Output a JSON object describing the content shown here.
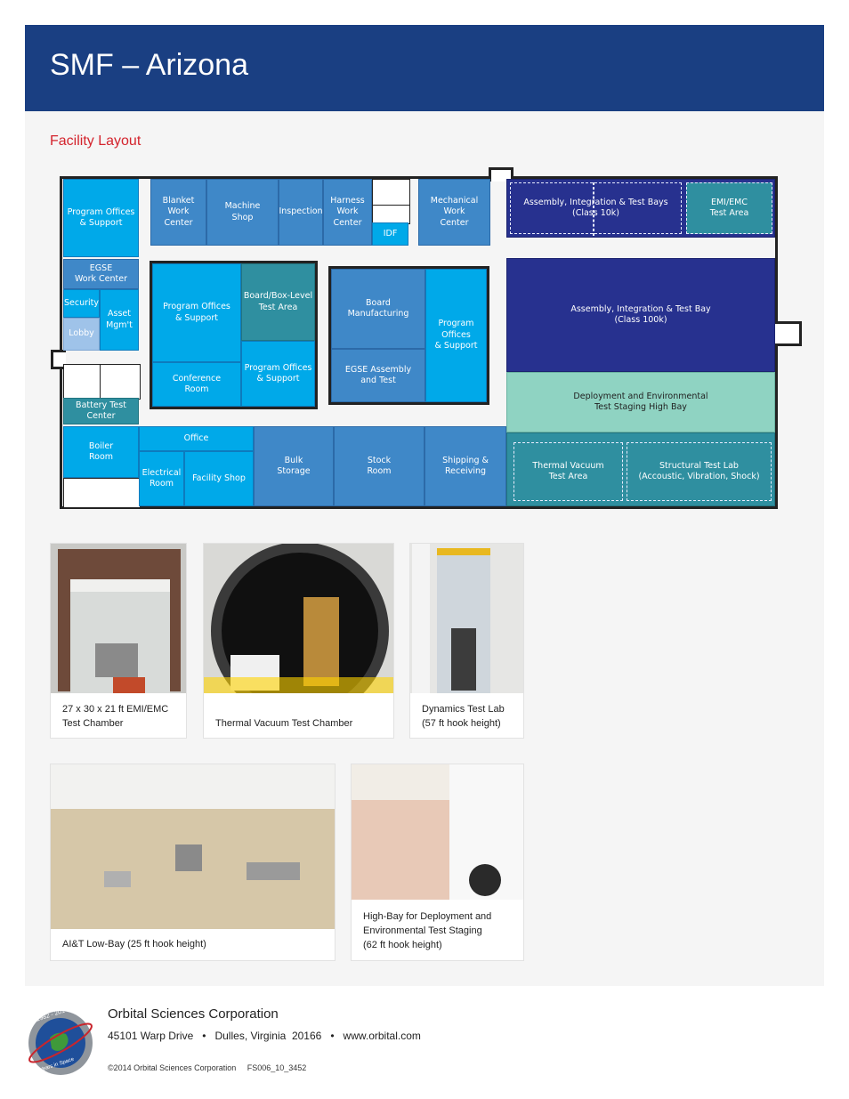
{
  "header": {
    "title": "SMF – Arizona"
  },
  "section_title": "Facility Layout",
  "rooms": {
    "program_offices_support_1": "Program Offices\n& Support",
    "blanket_work_center": "Blanket\nWork\nCenter",
    "machine_shop": "Machine\nShop",
    "inspection": "Inspection",
    "harness_work_center": "Harness\nWork\nCenter",
    "idf": "IDF",
    "mechanical_work_center": "Mechanical\nWork\nCenter",
    "ait_bays_10k": "Assembly, Integration & Test Bays\n(Class 10k)",
    "emi_emc_test_area": "EMI/EMC\nTest Area",
    "egse_work_center": "EGSE\nWork Center",
    "security": "Security",
    "asset_mgmt": "Asset\nMgm't",
    "lobby": "Lobby",
    "program_offices_support_2": "Program Offices\n& Support",
    "board_box_level_test": "Board/Box-Level\nTest Area",
    "conference_room": "Conference\nRoom",
    "program_offices_support_3": "Program Offices\n& Support",
    "board_manufacturing": "Board\nManufacturing",
    "egse_assembly_test": "EGSE Assembly\nand Test",
    "program_offices_support_4": "Program\nOffices\n& Support",
    "ait_bay_100k": "Assembly, Integration & Test Bay\n(Class 100k)",
    "deployment_staging": "Deployment and Environmental\nTest Staging High Bay",
    "battery_test_center": "Battery Test\nCenter",
    "boiler_room": "Boiler\nRoom",
    "office": "Office",
    "electrical_room": "Electrical\nRoom",
    "facility_shop": "Facility Shop",
    "bulk_storage": "Bulk\nStorage",
    "stock_room": "Stock\nRoom",
    "shipping_receiving": "Shipping &\nReceiving",
    "thermal_vacuum_test_area": "Thermal Vacuum\nTest Area",
    "structural_test_lab": "Structural Test Lab\n(Accoustic, Vibration, Shock)"
  },
  "photos": [
    {
      "caption": "27 x 30 x 21 ft EMI/EMC\nTest Chamber"
    },
    {
      "caption": "Thermal Vacuum Test Chamber"
    },
    {
      "caption": "Dynamics Test Lab\n(57 ft hook height)"
    },
    {
      "caption": "AI&T Low-Bay (25 ft hook height)"
    },
    {
      "caption": "High-Bay for Deployment and\nEnvironmental Test Staging\n(62 ft hook height)"
    }
  ],
  "footer": {
    "company": "Orbital Sciences Corporation",
    "address": "45101 Warp Drive   •   Dulles, Virginia  20166   •   www.orbital.com",
    "copyright": "©2014 Orbital Sciences Corporation     FS006_10_3452",
    "logo_text_top": "1982 - 2014",
    "logo_text_bottom": "32 Years in Space"
  },
  "colors": {
    "header_bg": "#1a3f82",
    "section_title": "#d4242d",
    "office_blue": "#00a9e9",
    "work_blue": "#3f88c8",
    "teal": "#2f8fa0",
    "navy": "#27318f",
    "mint": "#8fd3c2"
  }
}
